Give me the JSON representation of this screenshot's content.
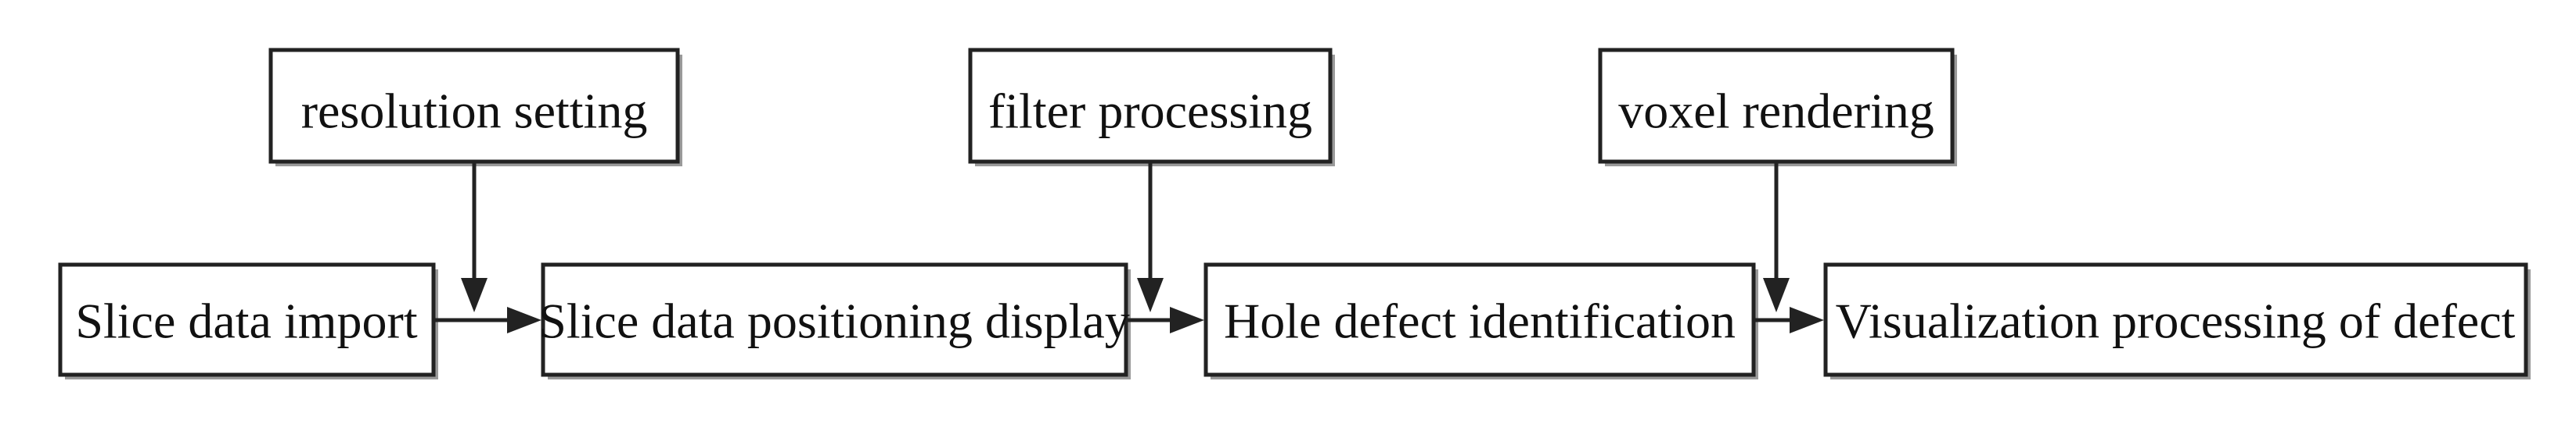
{
  "diagram": {
    "steps": [
      "Slice data import",
      "Slice data positioning display",
      "Hole defect identification",
      "Visualization processing of defect"
    ],
    "inputs": [
      "resolution setting",
      "filter processing",
      "voxel rendering"
    ]
  }
}
